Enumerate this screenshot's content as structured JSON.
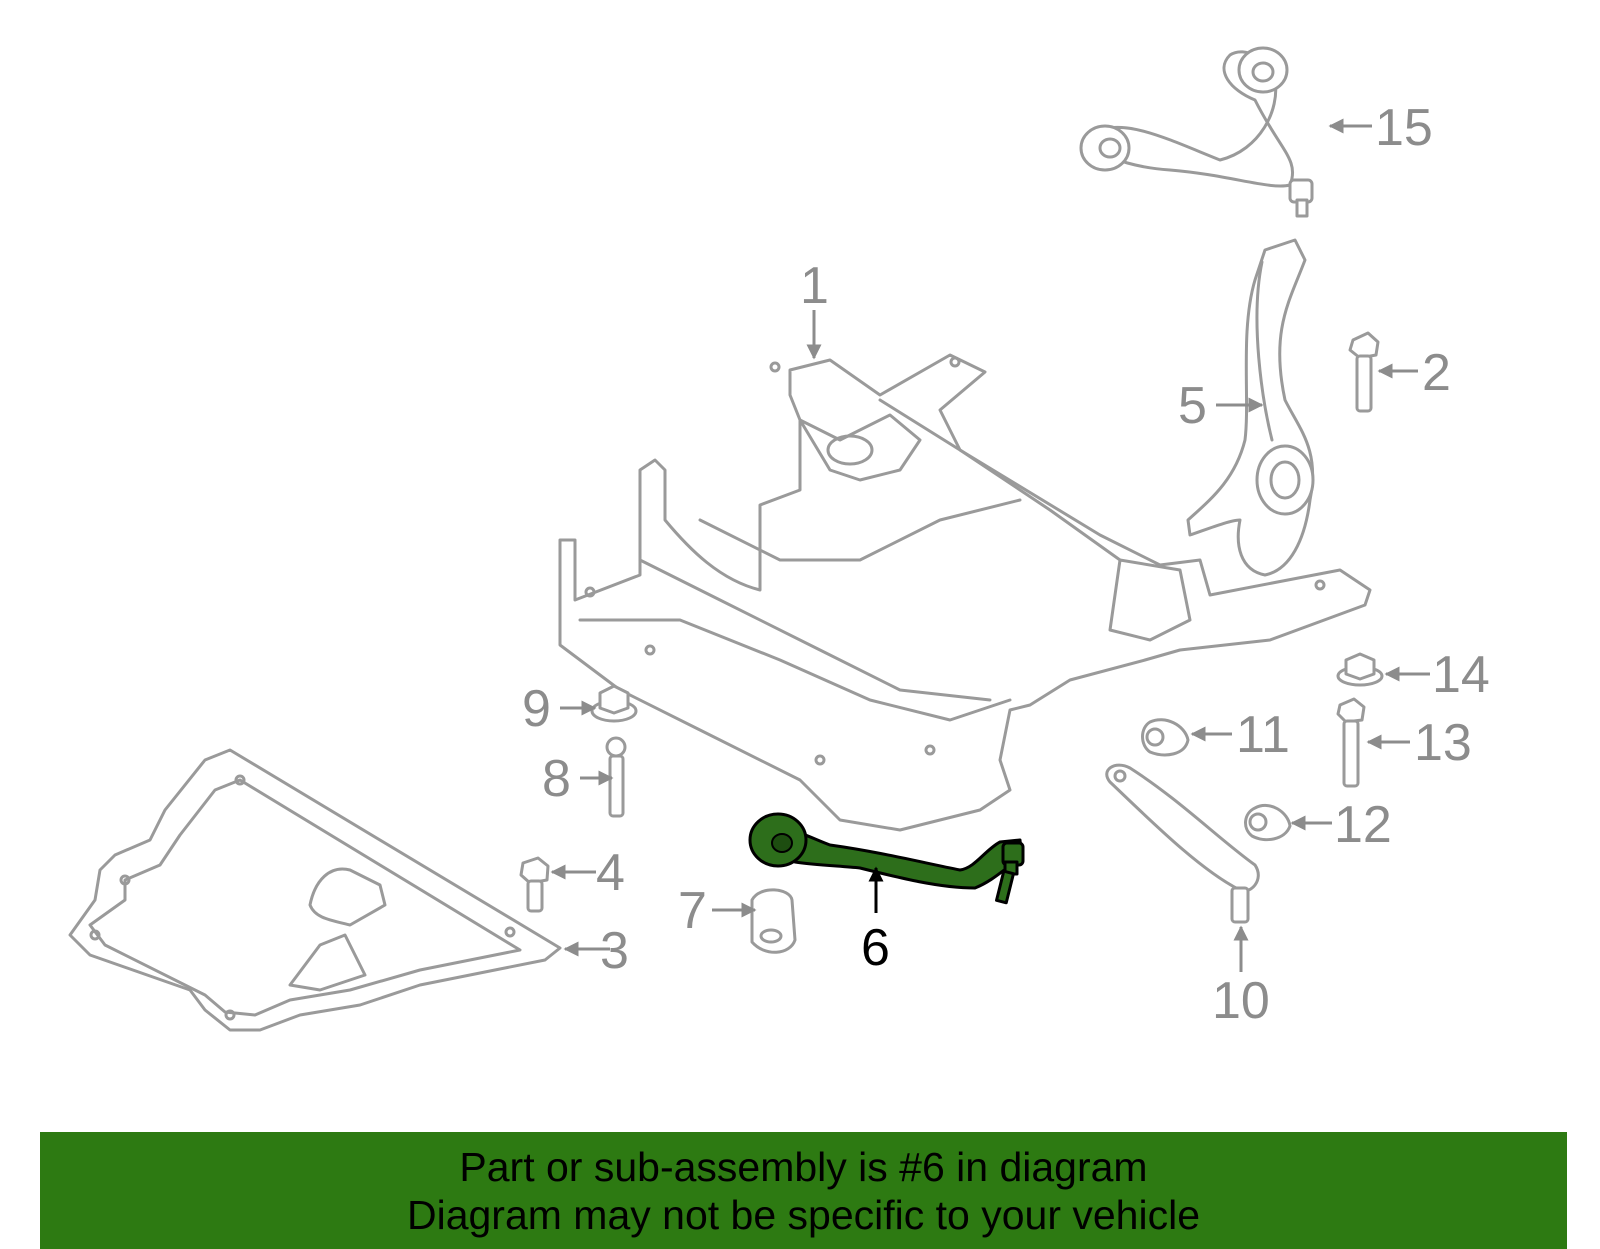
{
  "diagram": {
    "highlight_color": "#2d6e1b",
    "part_color": "#9a9a9a",
    "selected_part": "6",
    "callouts": [
      "1",
      "2",
      "3",
      "4",
      "5",
      "6",
      "7",
      "8",
      "9",
      "10",
      "11",
      "12",
      "13",
      "14",
      "15"
    ]
  },
  "banner": {
    "background": "#2d7a12",
    "line1": "Part or sub-assembly is #6 in diagram",
    "line2": "Diagram may not be specific to your vehicle"
  }
}
